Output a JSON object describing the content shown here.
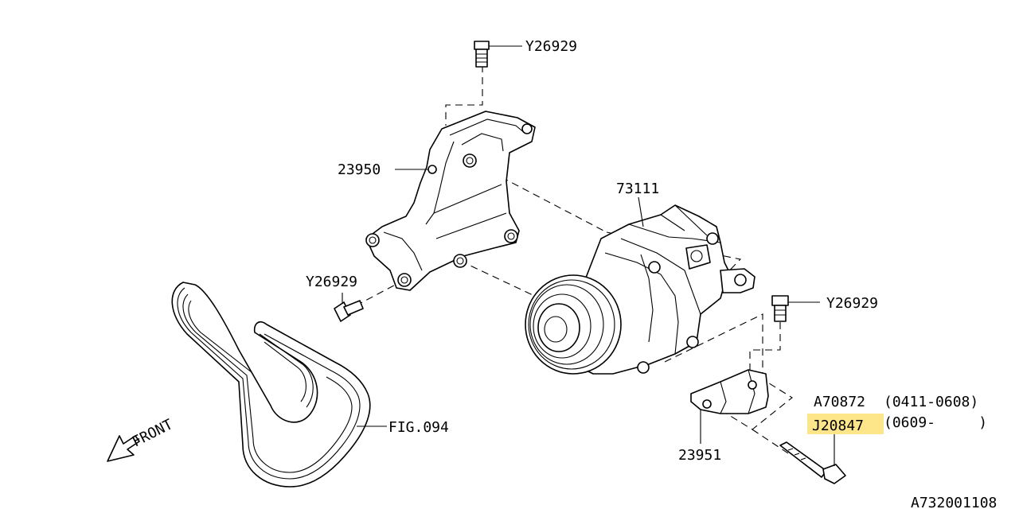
{
  "labels": {
    "bolt_top": "Y26929",
    "bracket_upper": "23950",
    "compressor": "73111",
    "bolt_left": "Y26929",
    "bolt_right": "Y26929",
    "bolt_a": "A70872",
    "bolt_a_range": "(0411-0608)",
    "bolt_j": "J20847",
    "bolt_j_range": "(0609-     )",
    "belt_ref": "FIG.094",
    "bracket_lower": "23951",
    "front": "FRONT",
    "figure_code": "A732001108"
  },
  "colors": {
    "highlight": "#fde68a",
    "line": "#000000"
  }
}
